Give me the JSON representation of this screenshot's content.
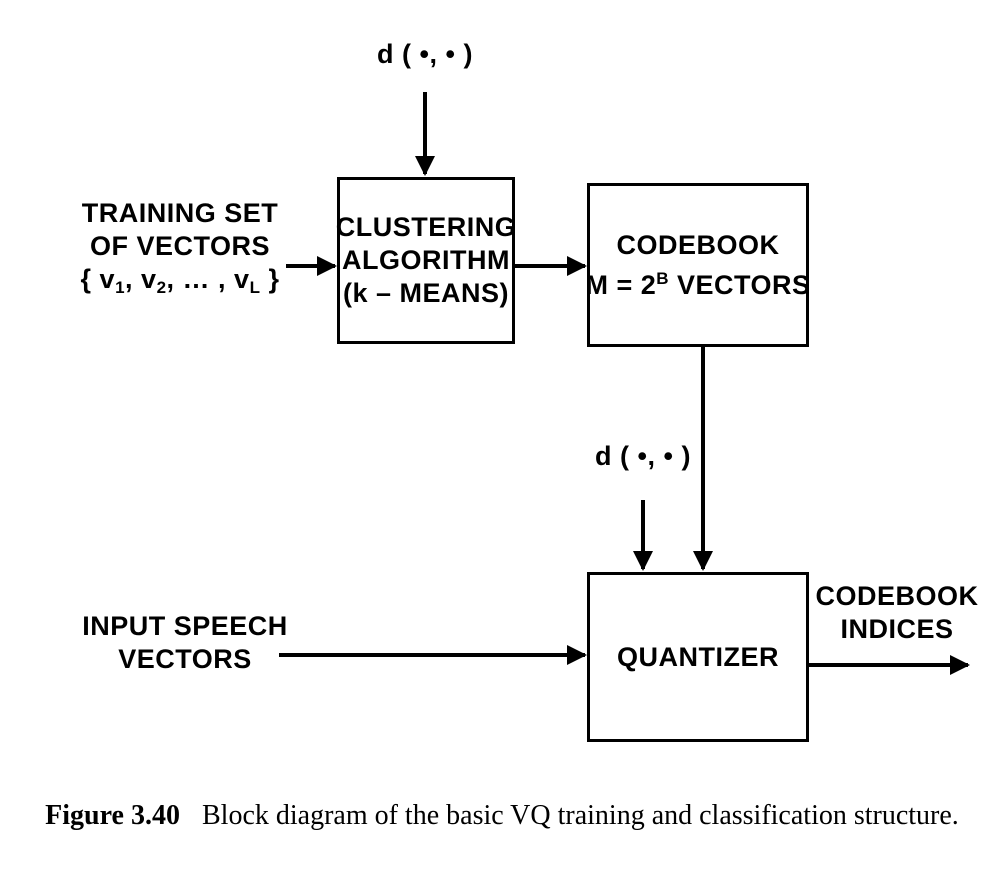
{
  "diagram": {
    "distance_top": "d ( •, • )",
    "distance_mid": "d ( •, • )",
    "training_set": {
      "line1": "TRAINING SET",
      "line2": "OF VECTORS",
      "line3_prefix": "{ v",
      "line3_sub1": "1",
      "line3_mid1": ", v",
      "line3_sub2": "2",
      "line3_mid2": ", … , v",
      "line3_sub3": "L",
      "line3_suffix": " }"
    },
    "clustering": {
      "line1": "CLUSTERING",
      "line2": "ALGORITHM",
      "line3": "(k – MEANS)"
    },
    "codebook": {
      "line1": "CODEBOOK",
      "line2_prefix": "M = 2",
      "line2_sup": "B",
      "line2_suffix": " VECTORS"
    },
    "input_speech": {
      "line1": "INPUT SPEECH",
      "line2": "VECTORS"
    },
    "quantizer": "QUANTIZER",
    "indices": {
      "line1": "CODEBOOK",
      "line2": "INDICES"
    }
  },
  "caption": {
    "number": "Figure 3.40",
    "text": "Block diagram of the basic VQ training and classification structure."
  }
}
